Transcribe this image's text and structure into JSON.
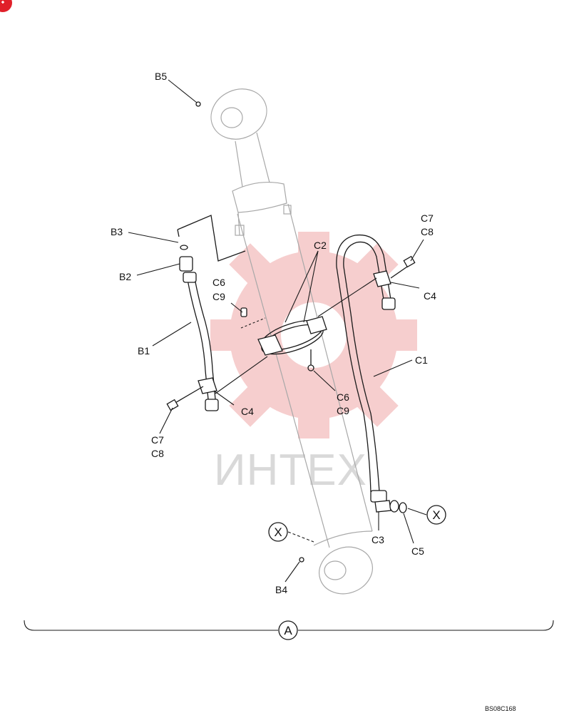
{
  "diagram": {
    "labels": {
      "b1": "B1",
      "b2": "B2",
      "b3": "B3",
      "b4": "B4",
      "b5": "B5",
      "c1": "C1",
      "c2": "C2",
      "c3": "C3",
      "c4_right": "C4",
      "c4_left": "C4",
      "c5": "C5",
      "c6_upper": "C6",
      "c9_upper": "C9",
      "c6_lower": "C6",
      "c9_lower": "C9",
      "c7_right": "C7",
      "c8_right": "C8",
      "c7_left": "C7",
      "c8_left": "C8"
    },
    "markers": {
      "x_left": "X",
      "x_right": "X",
      "a_bottom": "A"
    },
    "watermark": "ИНТЕХ",
    "drawing_code": "BS08C168"
  },
  "colors": {
    "watermark_gear": "#f5c6c6",
    "watermark_text": "#d9d9d9",
    "corner_badge": "#e0202a"
  }
}
